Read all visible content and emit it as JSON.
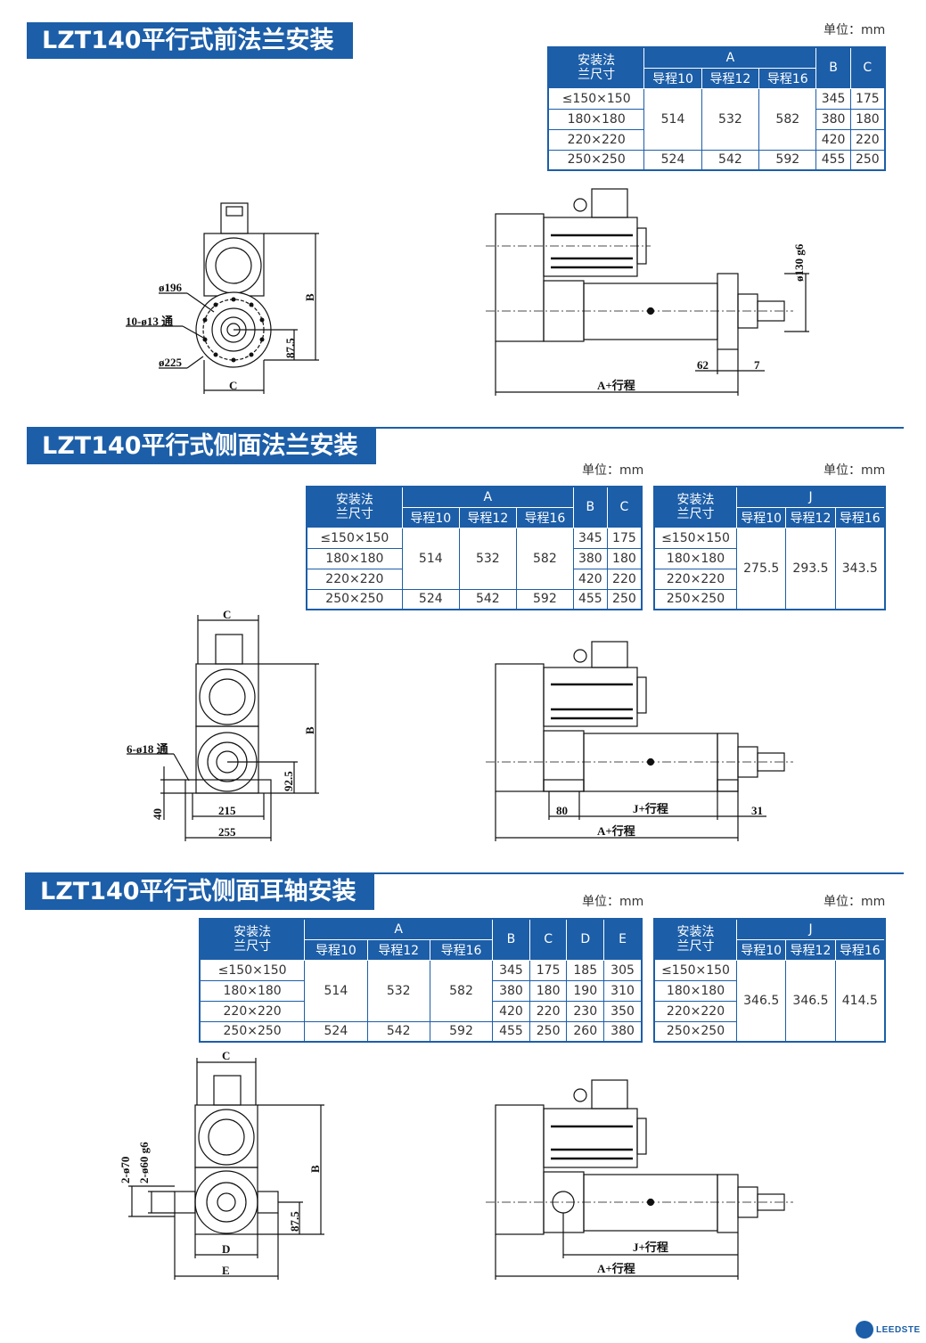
{
  "sections": [
    {
      "title": "LZT140平行式前法兰安装",
      "unit_labels": [
        "单位：mm"
      ],
      "tables": [
        {
          "group_label": "A",
          "corner_label": "安装法\n兰尺寸",
          "sub_headers": [
            "导程10",
            "导程12",
            "导程16"
          ],
          "extra_headers": [
            "B",
            "C"
          ],
          "rows": [
            {
              "size": "≤150×150",
              "extra": [
                "345",
                "175"
              ]
            },
            {
              "size": "180×180",
              "extra": [
                "380",
                "180"
              ]
            },
            {
              "size": "220×220",
              "extra": [
                "420",
                "220"
              ]
            },
            {
              "size": "250×250",
              "extra": [
                "455",
                "250"
              ]
            }
          ],
          "group_merged": [
            "514",
            "532",
            "582"
          ],
          "group_last": [
            "524",
            "542",
            "592"
          ]
        }
      ],
      "dimensions": {
        "d196": "ø196",
        "holes": "10-ø13 通",
        "d225": "ø225",
        "h875": "87.5",
        "B": "B",
        "C": "C",
        "len62": "62",
        "len7": "7",
        "d130": "ø130 g6",
        "a_stroke": "A+行程"
      }
    },
    {
      "title": "LZT140平行式侧面法兰安装",
      "unit_labels": [
        "单位：mm",
        "单位：mm"
      ],
      "tables": [
        {
          "group_label": "A",
          "corner_label": "安装法\n兰尺寸",
          "sub_headers": [
            "导程10",
            "导程12",
            "导程16"
          ],
          "extra_headers": [
            "B",
            "C"
          ],
          "rows": [
            {
              "size": "≤150×150",
              "extra": [
                "345",
                "175"
              ]
            },
            {
              "size": "180×180",
              "extra": [
                "380",
                "180"
              ]
            },
            {
              "size": "220×220",
              "extra": [
                "420",
                "220"
              ]
            },
            {
              "size": "250×250",
              "extra": [
                "455",
                "250"
              ]
            }
          ],
          "group_merged": [
            "514",
            "532",
            "582"
          ],
          "group_last": [
            "524",
            "542",
            "592"
          ]
        },
        {
          "group_label": "J",
          "corner_label": "安装法\n兰尺寸",
          "sub_headers": [
            "导程10",
            "导程12",
            "导程16"
          ],
          "rows": [
            {
              "size": "≤150×150"
            },
            {
              "size": "180×180"
            },
            {
              "size": "220×220"
            },
            {
              "size": "250×250"
            }
          ],
          "group_all": [
            "275.5",
            "293.5",
            "343.5"
          ]
        }
      ],
      "dimensions": {
        "C": "C",
        "B": "B",
        "holes": "6-ø18 通",
        "h40": "40",
        "w215": "215",
        "w255": "255",
        "h925": "92.5",
        "len80": "80",
        "j_stroke": "J+行程",
        "len31": "31",
        "a_stroke": "A+行程"
      }
    },
    {
      "title": "LZT140平行式侧面耳轴安装",
      "unit_labels": [
        "单位：mm",
        "单位：mm"
      ],
      "tables": [
        {
          "group_label": "A",
          "corner_label": "安装法\n兰尺寸",
          "sub_headers": [
            "导程10",
            "导程12",
            "导程16"
          ],
          "extra_headers": [
            "B",
            "C",
            "D",
            "E"
          ],
          "rows": [
            {
              "size": "≤150×150",
              "extra": [
                "345",
                "175",
                "185",
                "305"
              ]
            },
            {
              "size": "180×180",
              "extra": [
                "380",
                "180",
                "190",
                "310"
              ]
            },
            {
              "size": "220×220",
              "extra": [
                "420",
                "220",
                "230",
                "350"
              ]
            },
            {
              "size": "250×250",
              "extra": [
                "455",
                "250",
                "260",
                "380"
              ]
            }
          ],
          "group_merged": [
            "514",
            "532",
            "582"
          ],
          "group_last": [
            "524",
            "542",
            "592"
          ]
        },
        {
          "group_label": "J",
          "corner_label": "安装法\n兰尺寸",
          "sub_headers": [
            "导程10",
            "导程12",
            "导程16"
          ],
          "rows": [
            {
              "size": "≤150×150"
            },
            {
              "size": "180×180"
            },
            {
              "size": "220×220"
            },
            {
              "size": "250×250"
            }
          ],
          "group_all": [
            "346.5",
            "346.5",
            "414.5"
          ]
        }
      ],
      "dimensions": {
        "C": "C",
        "B": "B",
        "d70": "2-ø70",
        "d60": "2-ø60 g6",
        "h875": "87.5",
        "D": "D",
        "E": "E",
        "j_stroke": "J+行程",
        "a_stroke": "A+行程"
      }
    }
  ],
  "logo": {
    "text": "LEEDSTE"
  },
  "colors": {
    "brand": "#1c5ea8"
  }
}
